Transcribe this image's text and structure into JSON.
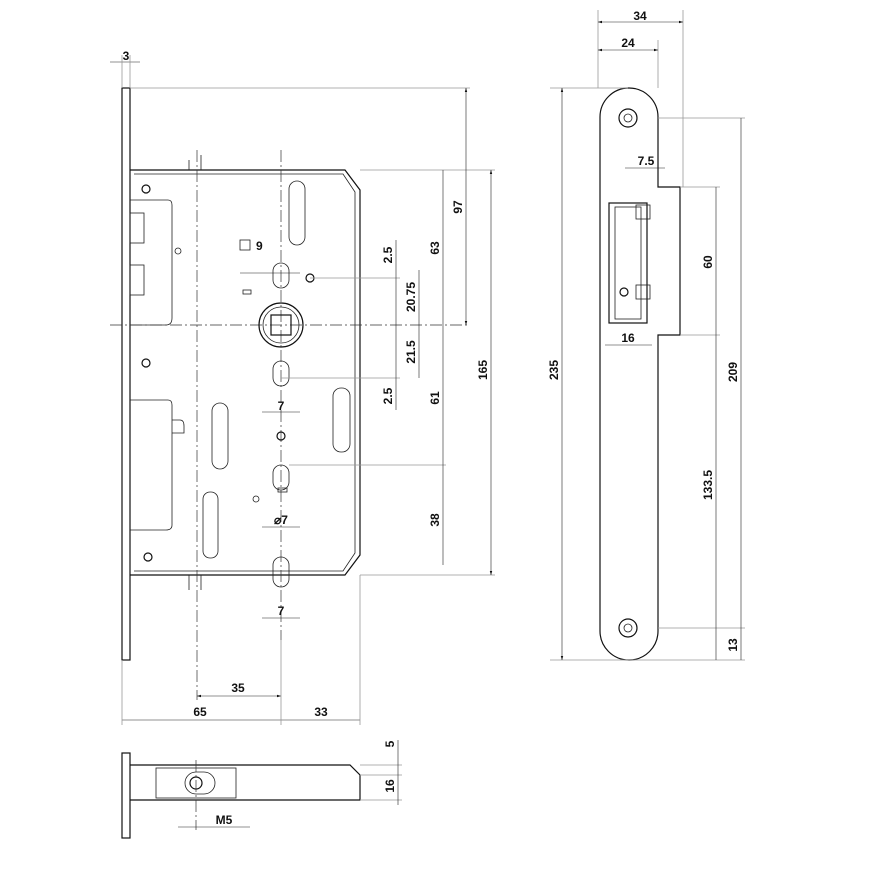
{
  "dimensions": {
    "faceplate_thickness": "3",
    "strike_width": "34",
    "strike_inner_width": "24",
    "strike_offset": "7.5",
    "follower_square": "9",
    "upper_offset": "2.5",
    "backset_top_63": "63",
    "top_to_follower_97": "97",
    "follower_upper_20_75": "20.75",
    "follower_lower_21_5": "21.5",
    "lower_offset": "2.5",
    "follower_to_cylinder_61": "61",
    "case_height_165": "165",
    "cylinder_width": "7",
    "cylinder_hole": "⌀7",
    "bottom_slot_width": "7",
    "cylinder_to_bottom_38": "38",
    "backset_35": "35",
    "backset_65": "65",
    "depth_33": "33",
    "strike_length_235": "235",
    "strike_box_height_60": "60",
    "strike_box_width_16": "16",
    "strike_hole_spacing_209": "209",
    "strike_lower_133_5": "133.5",
    "strike_bottom_13": "13",
    "bottom_view_5": "5",
    "bottom_view_16": "16",
    "thread": "M5"
  }
}
